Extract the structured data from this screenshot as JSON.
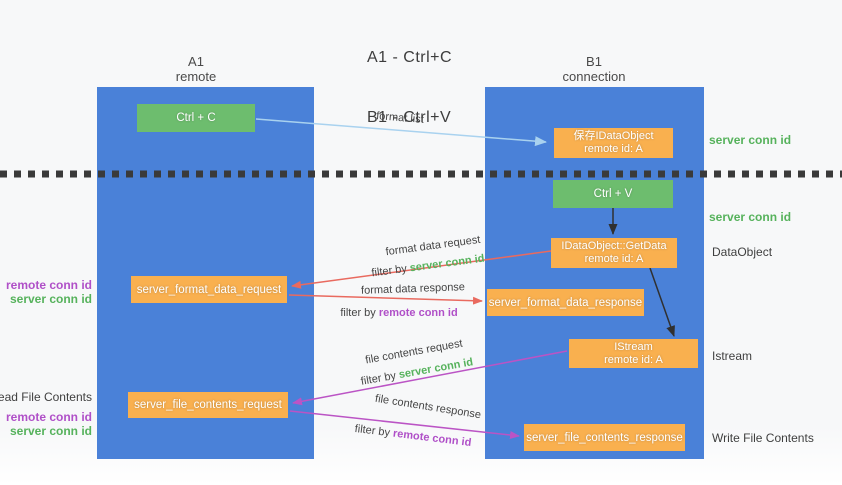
{
  "title": {
    "line1": "A1 - Ctrl+C",
    "line2": "B1 - Ctrl+V"
  },
  "columns": {
    "a1": {
      "name": "A1",
      "subtitle": "remote"
    },
    "b1": {
      "name": "B1",
      "subtitle": "connection"
    }
  },
  "nodes": {
    "ctrl_c": {
      "label": "Ctrl + C"
    },
    "ctrl_v": {
      "label": "Ctrl + V"
    },
    "save_idataobject": {
      "line1": "保存IDataObject",
      "line2": "remote id: A"
    },
    "getdata": {
      "line1": "IDataObject::GetData",
      "line2": "remote id: A"
    },
    "istream": {
      "line1": "IStream",
      "line2": "remote id: A"
    },
    "format_request": {
      "label": "server_format_data_request"
    },
    "format_response": {
      "label": "server_format_data_response"
    },
    "file_request": {
      "label": "server_file_contents_request"
    },
    "file_response": {
      "label": "server_file_contents_response"
    }
  },
  "flow_labels": {
    "format_list": "format list",
    "format_data_request": "format data request",
    "format_data_response": "format data response",
    "file_contents_request": "file contents request",
    "file_contents_response": "file contents response",
    "filter_prefix": "filter by ",
    "server_conn_id": "server conn id",
    "remote_conn_id": "remote conn id"
  },
  "side_labels": {
    "right": [
      {
        "text": "server conn id",
        "color": "green"
      },
      {
        "text": "server conn id",
        "color": "green"
      },
      {
        "text": "DataObject",
        "color": "dark"
      },
      {
        "text": "Istream",
        "color": "dark"
      },
      {
        "text": "Write File Contents",
        "color": "dark"
      }
    ],
    "left": [
      {
        "text": "remote conn id",
        "color": "purple"
      },
      {
        "text": "server conn id",
        "color": "green"
      },
      {
        "text": "Read File Contents",
        "color": "dark"
      },
      {
        "text": "remote conn id",
        "color": "purple"
      },
      {
        "text": "server conn id",
        "color": "green"
      }
    ]
  },
  "colors": {
    "column_blue": "#4a81d8",
    "box_green": "#6dbd6e",
    "box_orange": "#f9b04f",
    "label_green": "#56b25c",
    "label_purple": "#b050c8",
    "arrow_red": "#e96a5f",
    "arrow_magenta": "#bb54c5",
    "arrow_lightblue": "#a9d2ef",
    "arrow_black": "#303030",
    "divider_dark": "#3a3a3a"
  }
}
